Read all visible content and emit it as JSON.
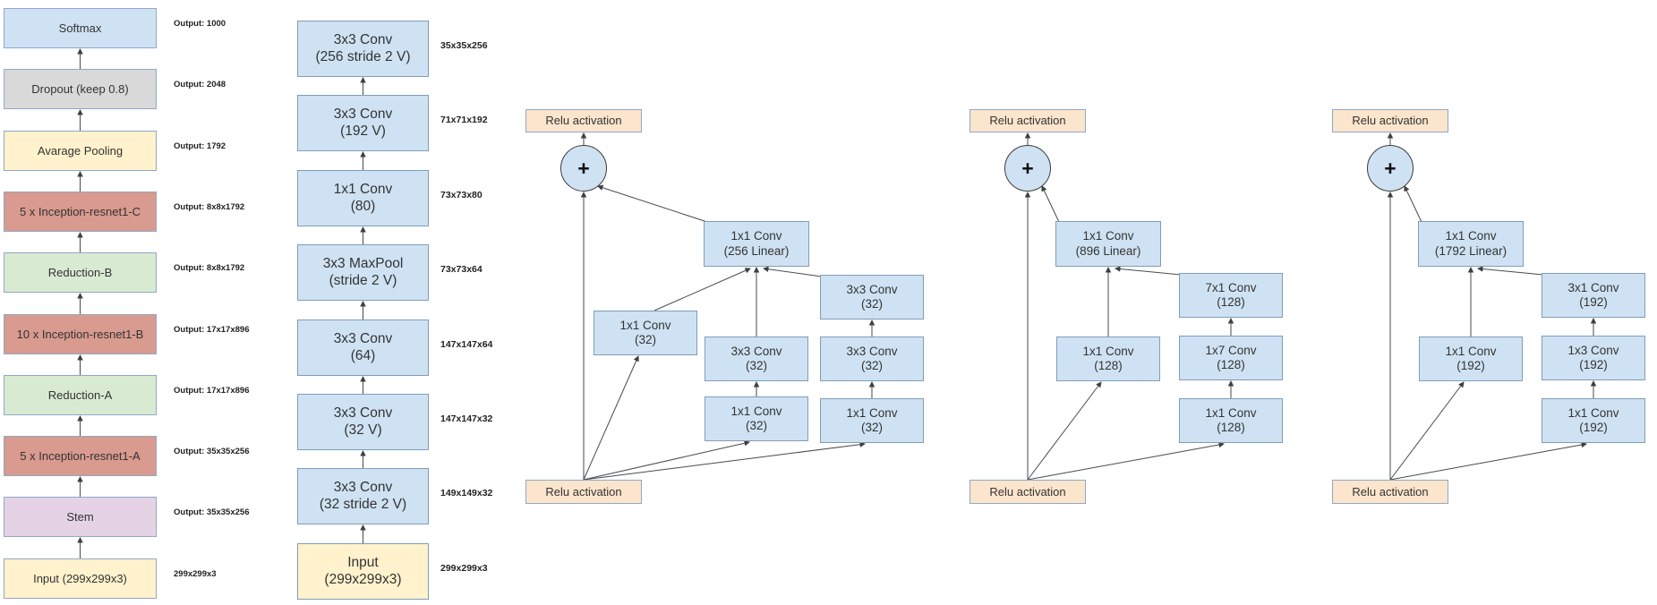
{
  "colors": {
    "box_blue": "#cfe2f3",
    "box_gray": "#d9d9d9",
    "box_yellow": "#fff2cc",
    "box_salmon": "#d99a8f",
    "box_green": "#d9ead3",
    "box_purple": "#e5d3e5",
    "box_orange": "#fce5cd",
    "border_light": "#8fa8c8",
    "border_blue": "#7f9db9",
    "arrow": "#3f3f3f"
  },
  "overview": {
    "blocks": [
      {
        "label": "Softmax",
        "color": "box_blue",
        "output": "Output: 1000"
      },
      {
        "label": "Dropout (keep 0.8)",
        "color": "box_gray",
        "output": "Output: 2048"
      },
      {
        "label": "Avarage Pooling",
        "color": "box_yellow",
        "output": "Output: 1792"
      },
      {
        "label": "5 x Inception-resnet1-C",
        "color": "box_salmon",
        "output": "Output: 8x8x1792"
      },
      {
        "label": "Reduction-B",
        "color": "box_green",
        "output": "Output: 8x8x1792"
      },
      {
        "label": "10 x Inception-resnet1-B",
        "color": "box_salmon",
        "output": "Output: 17x17x896"
      },
      {
        "label": "Reduction-A",
        "color": "box_green",
        "output": "Output: 17x17x896"
      },
      {
        "label": "5 x Inception-resnet1-A",
        "color": "box_salmon",
        "output": "Output: 35x35x256"
      },
      {
        "label": "Stem",
        "color": "box_purple",
        "output": "Output: 35x35x256"
      },
      {
        "label": "Input (299x299x3)",
        "color": "box_yellow",
        "output": "299x299x3"
      }
    ]
  },
  "stem": {
    "blocks": [
      {
        "label": "3x3 Conv",
        "sublabel": "(256 stride 2 V)",
        "color": "box_blue",
        "output": "35x35x256"
      },
      {
        "label": "3x3 Conv",
        "sublabel": "(192 V)",
        "color": "box_blue",
        "output": "71x71x192"
      },
      {
        "label": "1x1 Conv",
        "sublabel": "(80)",
        "color": "box_blue",
        "output": "73x73x80"
      },
      {
        "label": "3x3 MaxPool",
        "sublabel": "(stride 2 V)",
        "color": "box_blue",
        "output": "73x73x64"
      },
      {
        "label": "3x3 Conv",
        "sublabel": "(64)",
        "color": "box_blue",
        "output": "147x147x64"
      },
      {
        "label": "3x3 Conv",
        "sublabel": "(32 V)",
        "color": "box_blue",
        "output": "147x147x32"
      },
      {
        "label": "3x3 Conv",
        "sublabel": "(32 stride 2 V)",
        "color": "box_blue",
        "output": "149x149x32"
      },
      {
        "label": "Input",
        "sublabel": "(299x299x3)",
        "color": "box_yellow",
        "output": "299x299x3"
      }
    ]
  },
  "modules": [
    {
      "name": "inception-resnet-a",
      "top_label": "Relu activation",
      "add_label": "+",
      "bottom_label": "Relu activation",
      "linear": {
        "label": "1x1 Conv",
        "sublabel": "(256 Linear)"
      },
      "branches": [
        [
          {
            "label": "1x1 Conv",
            "sublabel": "(32)"
          }
        ],
        [
          {
            "label": "1x1 Conv",
            "sublabel": "(32)"
          },
          {
            "label": "3x3 Conv",
            "sublabel": "(32)"
          }
        ],
        [
          {
            "label": "1x1 Conv",
            "sublabel": "(32)"
          },
          {
            "label": "3x3 Conv",
            "sublabel": "(32)"
          },
          {
            "label": "3x3 Conv",
            "sublabel": "(32)"
          }
        ]
      ]
    },
    {
      "name": "inception-resnet-b",
      "top_label": "Relu activation",
      "add_label": "+",
      "bottom_label": "Relu activation",
      "linear": {
        "label": "1x1 Conv",
        "sublabel": "(896 Linear)"
      },
      "branches": [
        [
          {
            "label": "1x1 Conv",
            "sublabel": "(128)"
          }
        ],
        [
          {
            "label": "1x1 Conv",
            "sublabel": "(128)"
          },
          {
            "label": "1x7 Conv",
            "sublabel": "(128)"
          },
          {
            "label": "7x1 Conv",
            "sublabel": "(128)"
          }
        ]
      ]
    },
    {
      "name": "inception-resnet-c",
      "top_label": "Relu activation",
      "add_label": "+",
      "bottom_label": "Relu activation",
      "linear": {
        "label": "1x1 Conv",
        "sublabel": "(1792 Linear)"
      },
      "branches": [
        [
          {
            "label": "1x1 Conv",
            "sublabel": "(192)"
          }
        ],
        [
          {
            "label": "1x1 Conv",
            "sublabel": "(192)"
          },
          {
            "label": "1x3 Conv",
            "sublabel": "(192)"
          },
          {
            "label": "3x1 Conv",
            "sublabel": "(192)"
          }
        ]
      ]
    }
  ]
}
